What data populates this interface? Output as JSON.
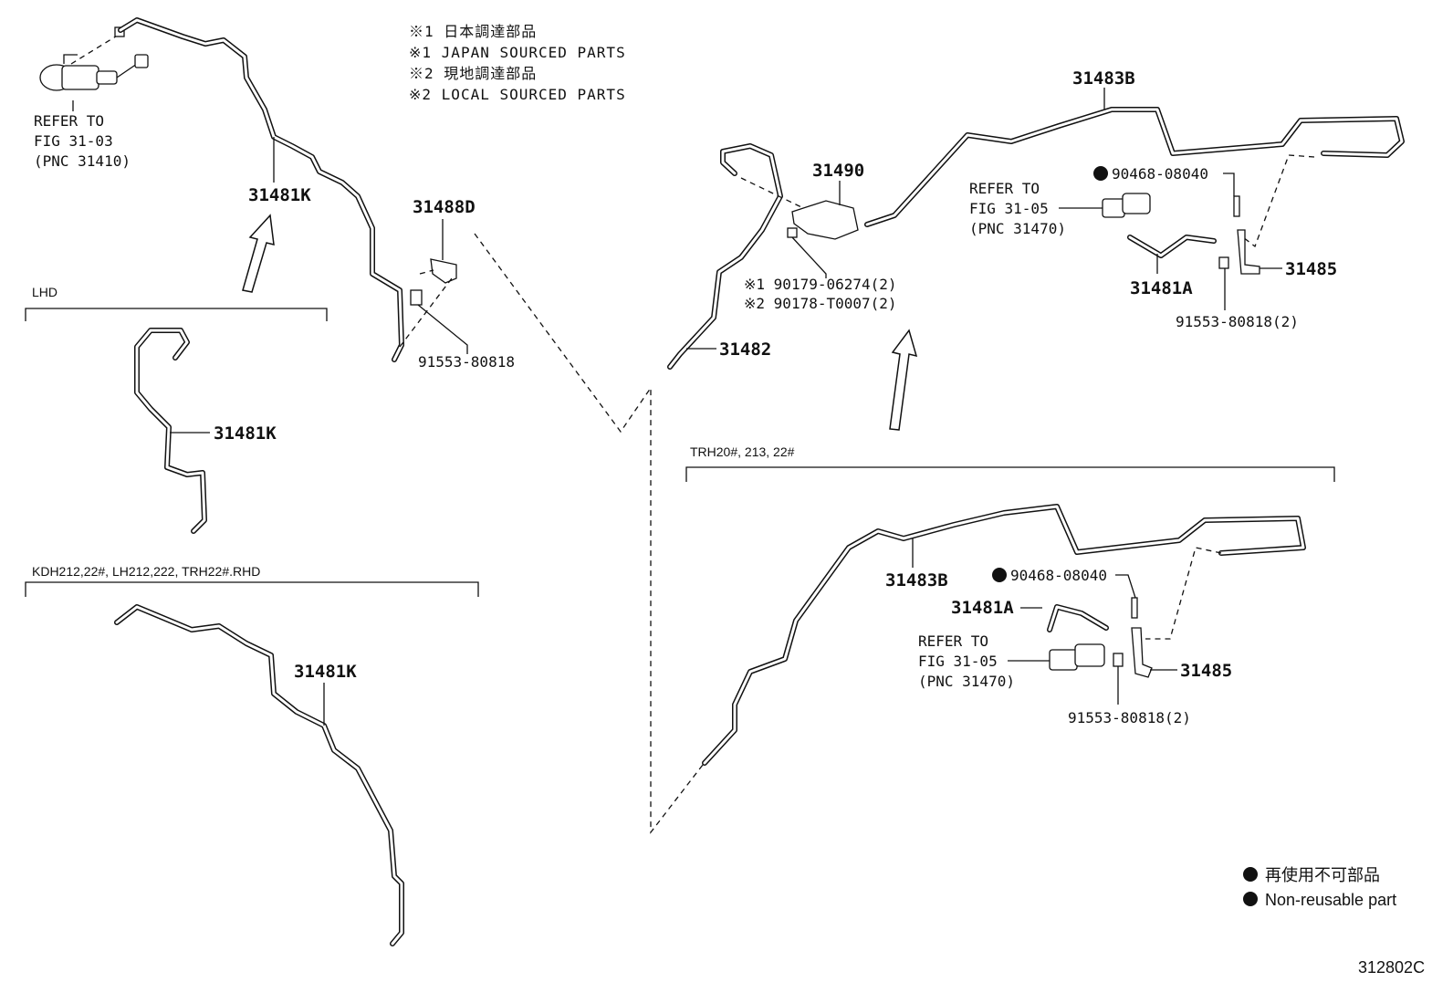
{
  "notes": {
    "line1": "※1 日本調達部品",
    "line2": "※1 JAPAN SOURCED PARTS",
    "line3": "※2 現地調達部品",
    "line4": "※2 LOCAL SOURCED PARTS"
  },
  "refs": {
    "ref1_l1": "REFER TO",
    "ref1_l2": "FIG 31-03",
    "ref1_l3": "(PNC 31410)",
    "ref2_l1": "REFER TO",
    "ref2_l2": "FIG 31-05",
    "ref2_l3": "(PNC 31470)",
    "ref3_l1": "REFER TO",
    "ref3_l2": "FIG 31-05",
    "ref3_l3": "(PNC 31470)"
  },
  "sections": {
    "lhd": "LHD",
    "rhd": "KDH212,22#, LH212,222, TRH22#.RHD",
    "trh": "TRH20#, 213, 22#"
  },
  "parts": {
    "p31481K_a": "31481K",
    "p31481K_b": "31481K",
    "p31481K_c": "31481K",
    "p31488D": "31488D",
    "p91553_a": "91553-80818",
    "p31482": "31482",
    "p31490": "31490",
    "p90179": "※1 90179-06274(2)",
    "p90178": "※2 90178-T0007(2)",
    "p31483B_a": "31483B",
    "p90468_a": "90468-08040",
    "p31481A_a": "31481A",
    "p31485_a": "31485",
    "p91553_b": "91553-80818(2)",
    "p31483B_b": "31483B",
    "p90468_b": "90468-08040",
    "p31481A_b": "31481A",
    "p31485_b": "31485",
    "p91553_c": "91553-80818(2)"
  },
  "legend": {
    "jp": "再使用不可部品",
    "en": "Non-reusable part"
  },
  "figure_id": "312802C"
}
